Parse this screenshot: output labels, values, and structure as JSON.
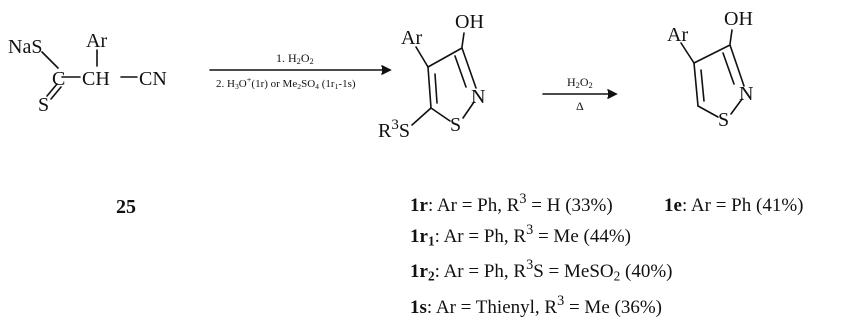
{
  "scheme": {
    "reactant": {
      "NaS": "NaS",
      "C": "C",
      "S": "S",
      "Ar": "Ar",
      "CH": "CH",
      "CN": "CN",
      "label": "25"
    },
    "arrow1": {
      "step1": "1. H",
      "step1_sub": "2",
      "step1_tail": "O",
      "step1_tail_sub": "2",
      "step2_a": "2. H",
      "step2_sub": "3",
      "step2_b": "O",
      "step2_sup": "+",
      "step2_c": "(1r) or Me",
      "step2_sub2": "2",
      "step2_d": "SO",
      "step2_sub3": "4",
      "step2_e": " (1r",
      "step2_sub4": "1",
      "step2_f": "-1s)"
    },
    "arrow2": {
      "top_a": "H",
      "top_sub1": "2",
      "top_b": "O",
      "top_sub2": "2",
      "bottom": "Δ"
    },
    "product1": {
      "OH": "OH",
      "Ar": "Ar",
      "N": "N",
      "S": "S",
      "R": "R",
      "R_sup": "3",
      "S2": "S"
    },
    "product2": {
      "OH": "OH",
      "Ar": "Ar",
      "N": "N",
      "S": "S"
    },
    "labels": [
      {
        "code": "1r",
        "code_sub": "",
        "a": ": Ar = Ph, R",
        "sup": "3",
        "b": " = H (33%)"
      },
      {
        "code": "1r",
        "code_sub": "1",
        "a": ": Ar = Ph, R",
        "sup": "3",
        "b": " = Me (44%)"
      },
      {
        "code": "1r",
        "code_sub": "2",
        "a": ": Ar = Ph, R",
        "sup": "3",
        "b": "S = MeSO",
        "sub2": "2",
        "c": " (40%)"
      },
      {
        "code": "1s",
        "code_sub": "",
        "a": ": Ar = Thienyl, R",
        "sup": "3",
        "b": " = Me (36%)"
      }
    ],
    "label_1e": {
      "code": "1e",
      "text": ": Ar = Ph (41%)"
    }
  }
}
